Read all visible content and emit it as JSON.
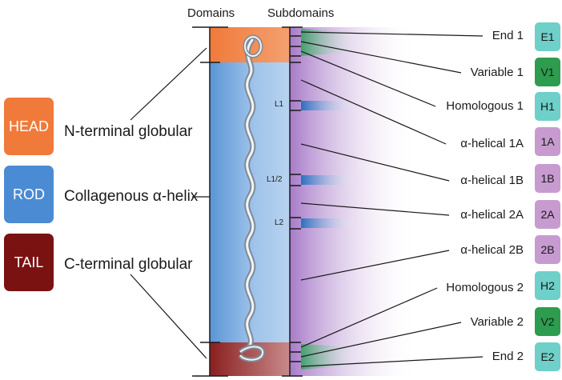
{
  "headers": {
    "domains": "Domains",
    "subdomains": "Subdomains"
  },
  "domains": [
    {
      "code": "HEAD",
      "name": "N-terminal globular",
      "color": "#f07a3a"
    },
    {
      "code": "ROD",
      "name": "Collagenous α-helix",
      "color": "#4a8bd4"
    },
    {
      "code": "TAIL",
      "name": "C-terminal globular",
      "color": "#7a1212"
    }
  ],
  "linkers": [
    "L1",
    "L1/2",
    "L2"
  ],
  "subdomains": [
    {
      "label": "End 1",
      "code": "E1",
      "color": "#6fcfc9"
    },
    {
      "label": "Variable 1",
      "code": "V1",
      "color": "#2e9c4f"
    },
    {
      "label": "Homologous 1",
      "code": "H1",
      "color": "#6fcfc9"
    },
    {
      "label": "α-helical 1A",
      "code": "1A",
      "color": "#c79bd0"
    },
    {
      "label": "α-helical 1B",
      "code": "1B",
      "color": "#c79bd0"
    },
    {
      "label": "α-helical 2A",
      "code": "2A",
      "color": "#c79bd0"
    },
    {
      "label": "α-helical 2B",
      "code": "2B",
      "color": "#c79bd0"
    },
    {
      "label": "Homologous 2",
      "code": "H2",
      "color": "#6fcfc9"
    },
    {
      "label": "Variable 2",
      "code": "V2",
      "color": "#2e9c4f"
    },
    {
      "label": "End 2",
      "code": "E2",
      "color": "#6fcfc9"
    }
  ]
}
